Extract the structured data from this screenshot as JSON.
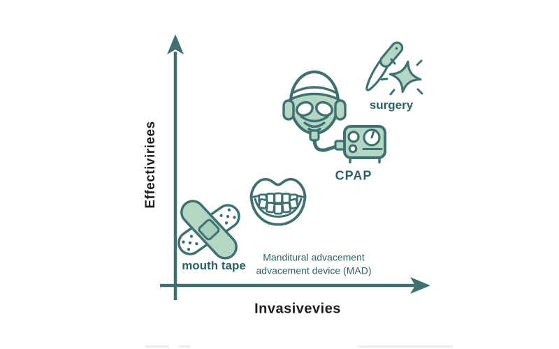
{
  "colors": {
    "background": "#ffffff",
    "outline_teal": "#3f7072",
    "fill_sage_green": "#b3d7c3",
    "pad_green": "#a6d0bc",
    "label_teal": "#2c6266",
    "axis_text": "#1e1e1e"
  },
  "axes": {
    "y_label": "Effectiviriees",
    "x_label": "Invasivevies"
  },
  "treatments": [
    {
      "id": "mouth-tape",
      "icon": "crossed-bandages-icon",
      "label": "mouth tape"
    },
    {
      "id": "mandibular-advancement-device",
      "icon": "open-mouth-icon",
      "label_line1": "Manditural advacement",
      "label_line2": "advacement device (MAD)"
    },
    {
      "id": "cpap",
      "icon": "cpap-mask-machine-icon",
      "label": "CPAP"
    },
    {
      "id": "surgery",
      "icon": "scalpel-sparkle-icon",
      "label": "surgery"
    }
  ]
}
